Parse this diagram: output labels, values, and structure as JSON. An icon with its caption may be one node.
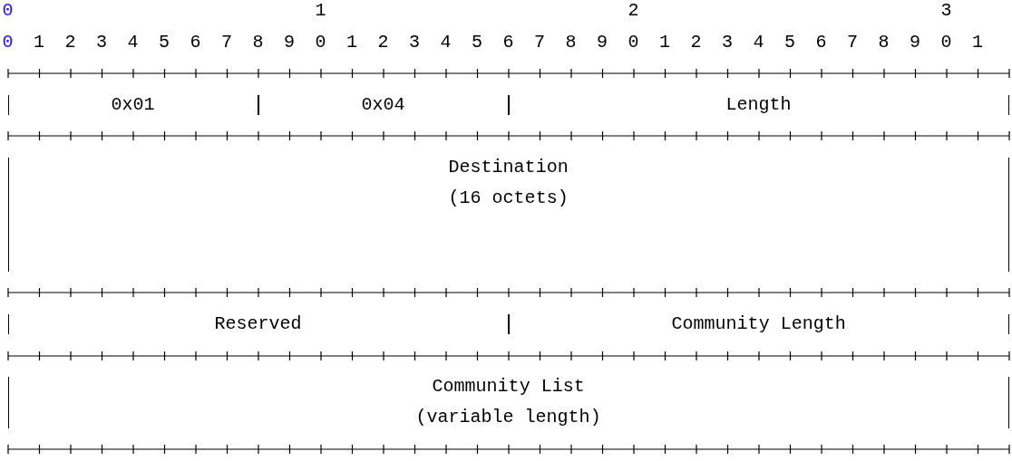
{
  "diagram": {
    "nodes": [
      {
        "text": [
          "0x01"
        ]
      },
      {
        "text": [
          "0x04"
        ]
      },
      {
        "text": [
          "Length"
        ]
      },
      {
        "text": [
          "Destination",
          "(16 octets)"
        ]
      },
      {
        "text": [
          "Reserved"
        ]
      },
      {
        "text": [
          "Community Length"
        ]
      },
      {
        "text": [
          "Community List",
          "(variable length)"
        ]
      }
    ],
    "labels": [
      "0",
      "1",
      "2",
      "3",
      "0",
      "1",
      "2",
      "3",
      "4",
      "5",
      "6",
      "7",
      "8",
      "9",
      "0",
      "1",
      "2",
      "3",
      "4",
      "5",
      "6",
      "7",
      "8",
      "9",
      "0",
      "1",
      "2",
      "3",
      "4",
      "5",
      "6",
      "7",
      "8",
      "9",
      "0",
      "1"
    ]
  }
}
